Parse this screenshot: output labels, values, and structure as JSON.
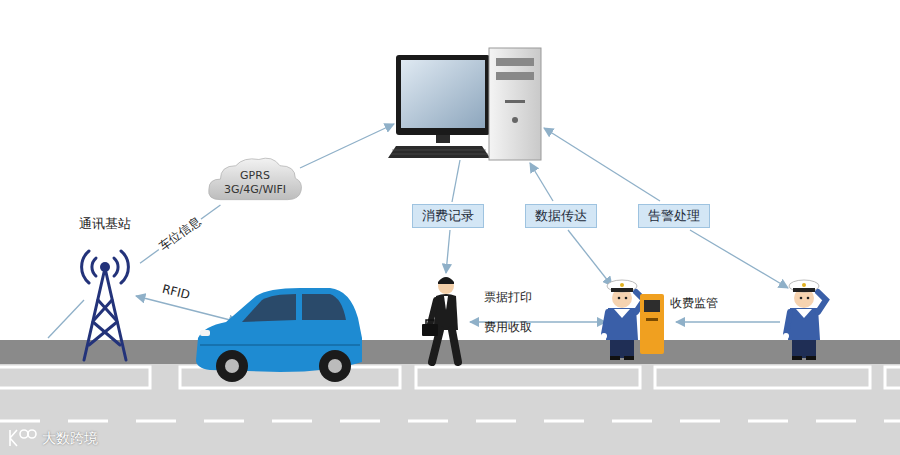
{
  "diagram": {
    "nodes": [
      {
        "text": [
          "GPRS 3G/4G/WIFI"
        ]
      },
      {
        "text": [
          "通讯基站"
        ]
      },
      {
        "text": [
          "消费记录"
        ]
      },
      {
        "text": [
          "数据传达"
        ]
      },
      {
        "text": [
          "告警处理"
        ]
      }
    ],
    "edges": [
      {
        "from": 1,
        "to": 0,
        "label": "车位信息",
        "arrow": "none"
      }
    ],
    "labels": [
      "RFID",
      "票据打印",
      "费用收取",
      "收费监管",
      "大数跨境"
    ]
  }
}
